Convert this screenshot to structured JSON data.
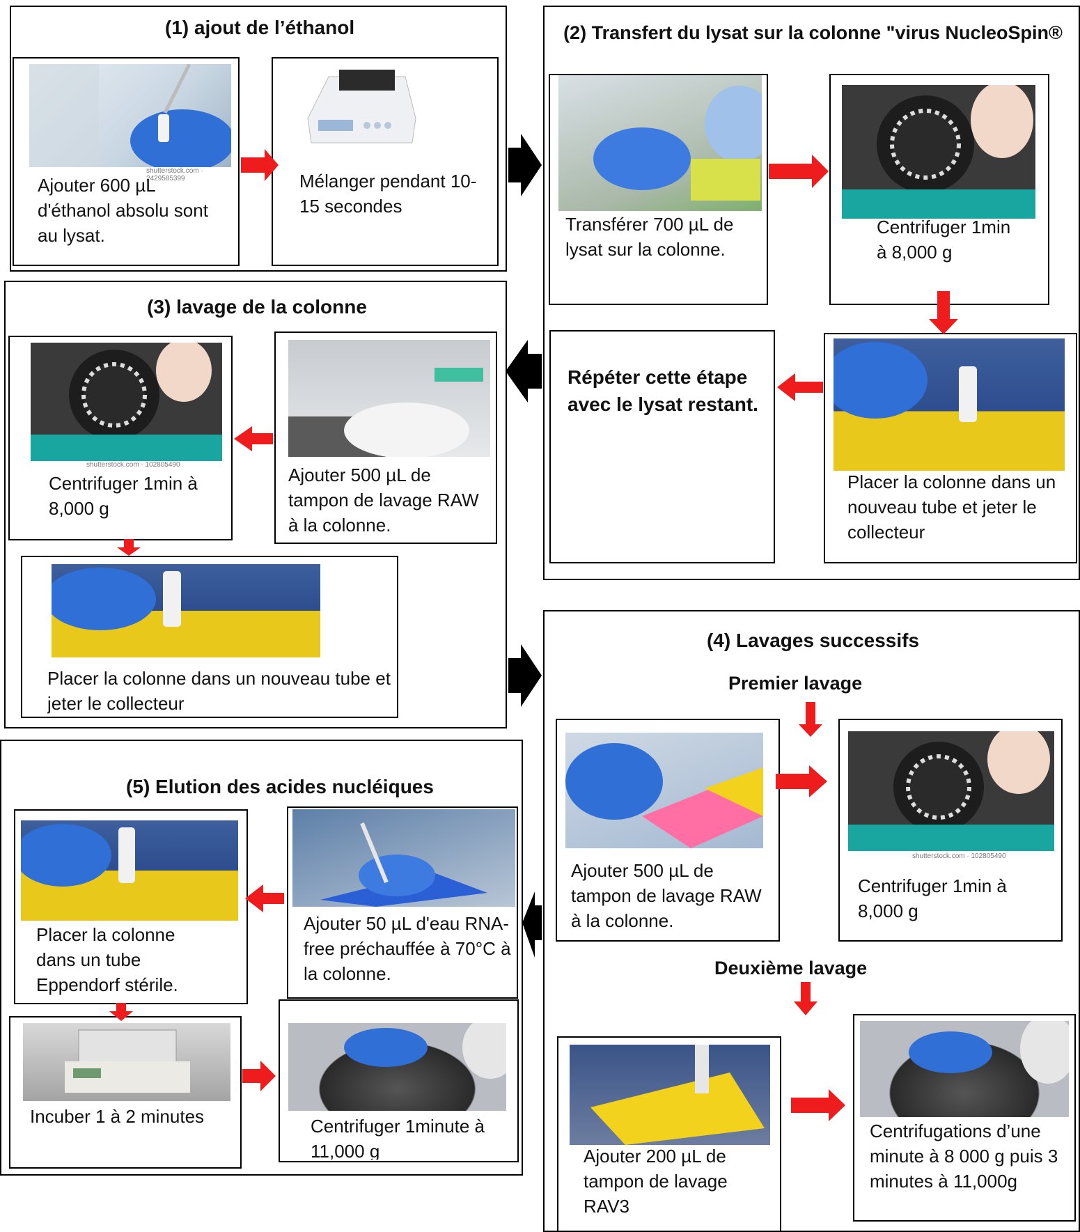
{
  "sections": {
    "s1": {
      "title": "(1) ajout de l’éthanol",
      "step_a": "Ajouter 600 µL d'éthanol absolu sont au lysat.",
      "step_b": "Mélanger pendant 10-15 secondes",
      "watermark": "shutterstock.com · 2429585399"
    },
    "s2": {
      "title": "(2) Transfert du lysat sur la colonne \"virus NucleoSpin®",
      "step_a": "Transférer 700 µL de lysat sur la colonne.",
      "step_b": "Centrifuger 1min à 8,000 g",
      "step_c": "Placer la colonne dans un nouveau tube et jeter le collecteur",
      "step_d": "Répéter cette étape avec le lysat restant."
    },
    "s3": {
      "title": "(3) lavage de la colonne",
      "step_a": "Ajouter 500 µL de tampon de lavage RAW à la colonne.",
      "step_b": "Centrifuger 1min à 8,000 g",
      "step_c": "Placer la colonne dans un nouveau tube et jeter le collecteur",
      "watermark": "shutterstock.com · 102805490"
    },
    "s4": {
      "title": "(4) Lavages successifs",
      "first": "Premier lavage",
      "second": "Deuxième lavage",
      "step_a": "Ajouter 500 µL de tampon de lavage RAW à la colonne.",
      "step_b": "Centrifuger 1min à 8,000 g",
      "step_c": "Ajouter 200 µL de tampon de lavage RAV3",
      "step_d": "Centrifugations d’une minute à 8 000 g puis 3 minutes à 11,000g",
      "watermark": "shutterstock.com · 102805490"
    },
    "s5": {
      "title": "(5) Elution des acides nucléiques",
      "step_a": "Ajouter 50 µL d'eau RNA-free préchauffée à 70°C à la colonne.",
      "step_b": "Placer la colonne dans un tube Eppendorf stérile.",
      "step_c": "Incuber 1 à 2 minutes",
      "step_d": "Centrifuger 1minute à 11,000 g"
    }
  },
  "colors": {
    "red_arrow": "#ee1c1c",
    "black_arrow": "#000000",
    "glove": "#2f6fd6",
    "rack_yellow": "#f2d21c"
  }
}
